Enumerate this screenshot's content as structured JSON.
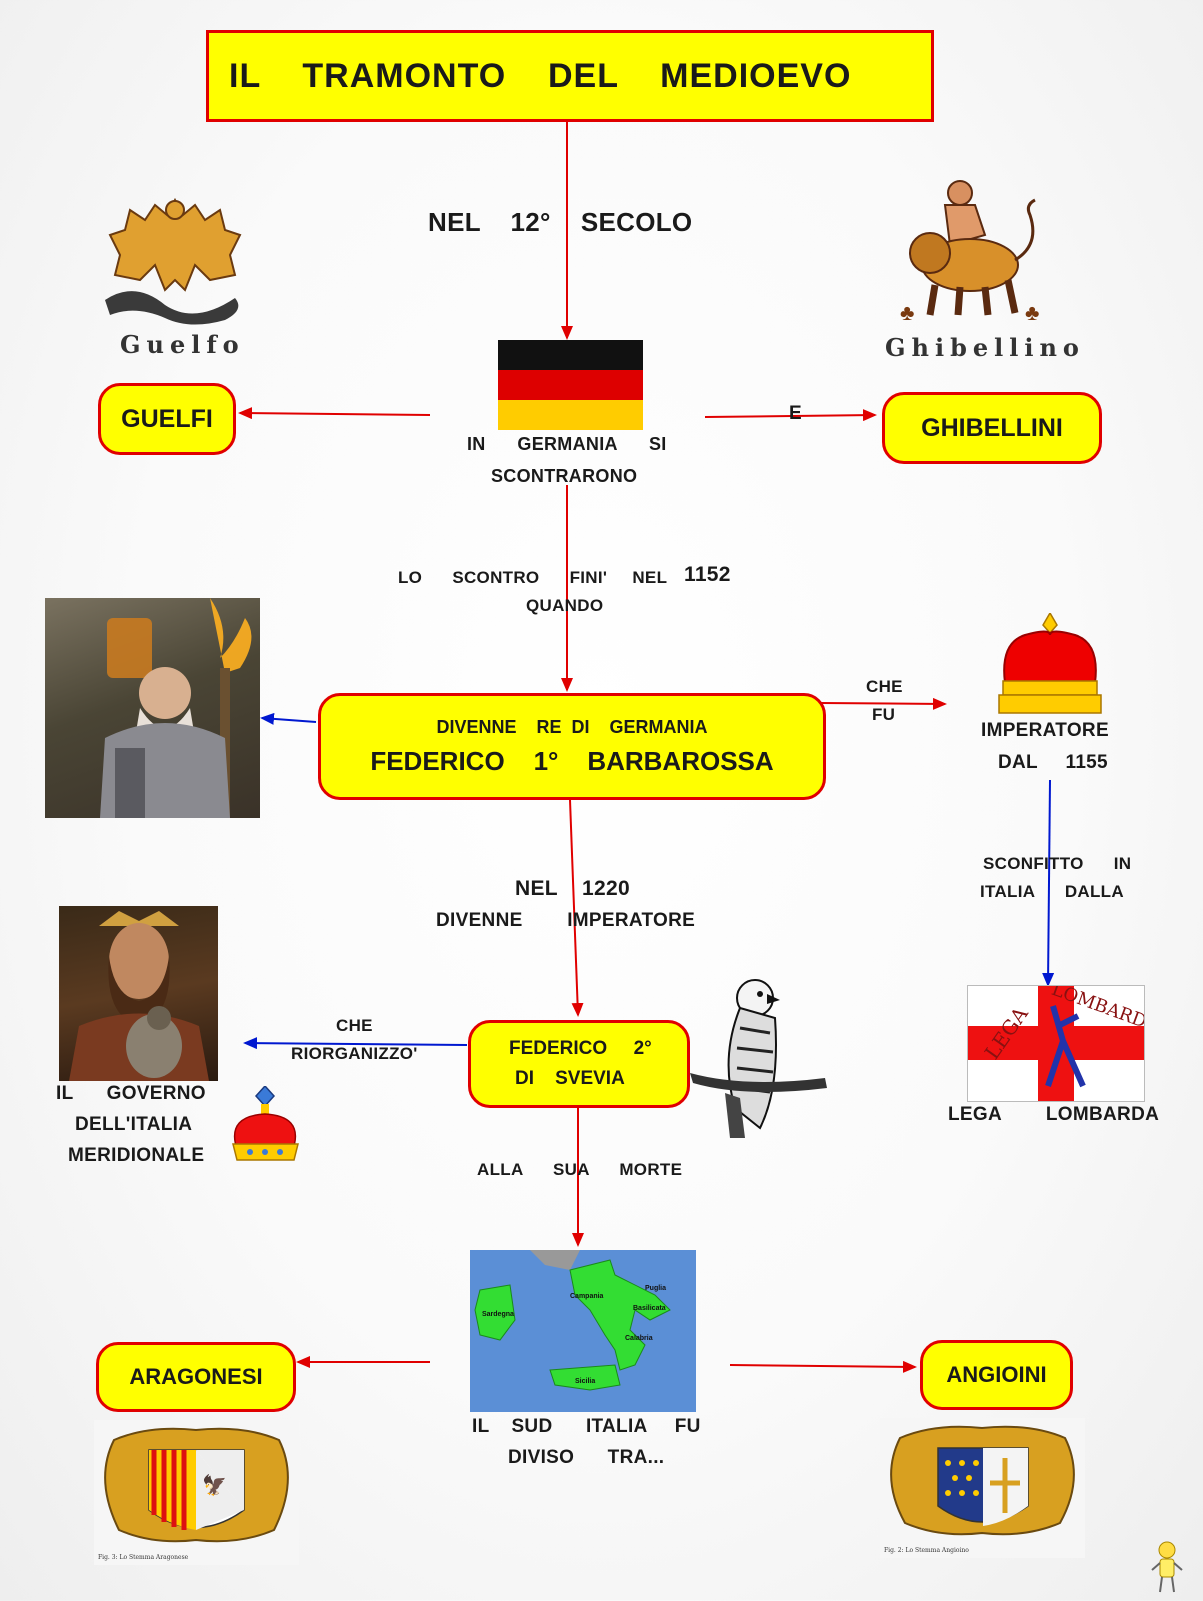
{
  "title": "IL    TRAMONTO    DEL    MEDIOEVO",
  "nodes": {
    "guelfi": "GUELFI",
    "ghibellini": "GHIBELLINI",
    "federico1_top": "DIVENNE    RE  DI    GERMANIA",
    "federico1_main": "FEDERICO    1°    BARBAROSSA",
    "federico2_line1": "FEDERICO     2°",
    "federico2_line2": "DI    SVEVIA",
    "aragonesi": "ARAGONESI",
    "angioini": "ANGIOINI"
  },
  "labels": {
    "nel12": "NEL    12°    SECOLO",
    "germania_1": "IN      GERMANIA      SI",
    "germania_2": "SCONTRARONO",
    "e": "E",
    "scontro_1": "LO      SCONTRO      FINI'     NEL",
    "scontro_year": "1152",
    "scontro_2": "QUANDO",
    "che_fu_1": "CHE",
    "che_fu_2": "FU",
    "imperatore_1": "IMPERATORE",
    "imperatore_2": "DAL     1155",
    "sconfitto_1": "SCONFITTO      IN",
    "sconfitto_2": "ITALIA      DALLA",
    "lega": "LEGA        LOMBARDA",
    "nel1220_1": "NEL    1220",
    "nel1220_2": "DIVENNE        IMPERATORE",
    "che_riorg_1": "CHE",
    "che_riorg_2": "RIORGANIZZO'",
    "governo_1": "IL      GOVERNO",
    "governo_2": "DELL'ITALIA",
    "governo_3": "MERIDIONALE",
    "alla_morte": "ALLA      SUA      MORTE",
    "sud_1": "IL    SUD      ITALIA     FU",
    "sud_2": "DIVISO      TRA..."
  },
  "images": {
    "guelfo_caption": "Guelfo",
    "ghibellino_caption": "Ghibellino",
    "lega_flag_text": "LEGA LOMBARDA",
    "map_regions": [
      "Puglia",
      "Campania",
      "Basilicata",
      "Sardegna",
      "Calabria",
      "Sicilia"
    ],
    "aragonese_caption": "Fig. 3: Lo Stemma Aragonese",
    "angioino_caption": "Fig. 2: Lo Stemma Angioino"
  },
  "colors": {
    "box_fill": "#ffff00",
    "box_border": "#e00000",
    "arrow_red": "#e00000",
    "arrow_blue": "#0018d0",
    "flag_black": "#111111",
    "flag_red": "#dd0000",
    "flag_gold": "#ffcc00",
    "map_sea": "#5b8fd6",
    "map_land": "#33dd33"
  }
}
